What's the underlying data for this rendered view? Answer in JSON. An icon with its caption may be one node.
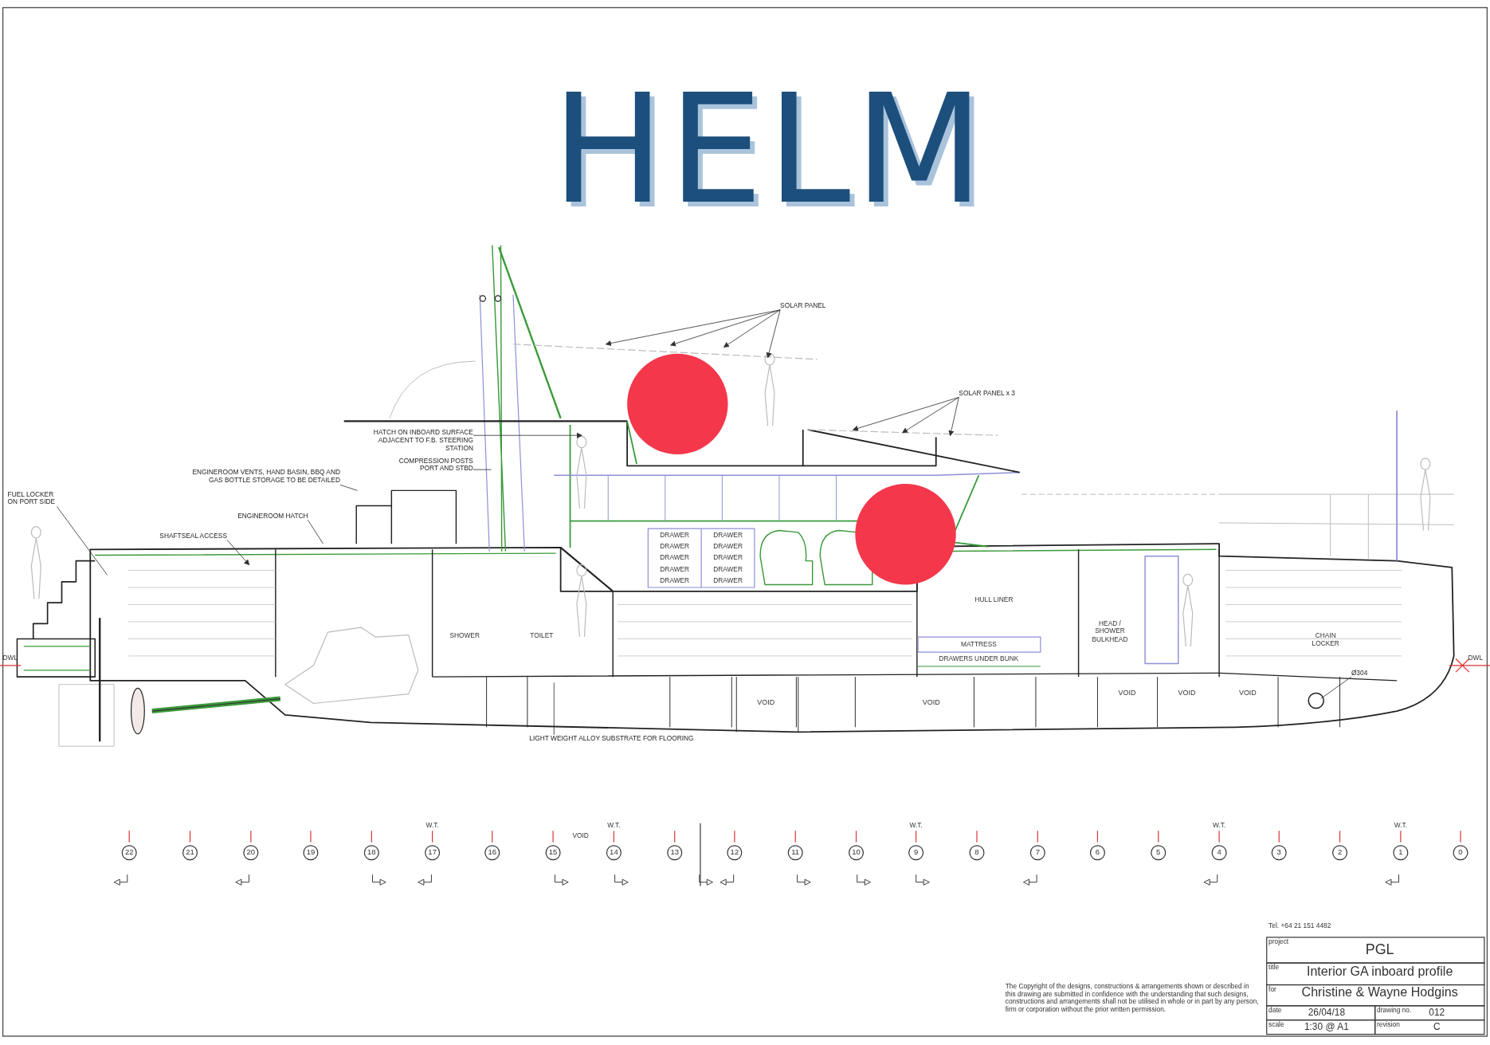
{
  "diagram": {
    "title": "HELM",
    "nodes": [
      {
        "text": [
          "FUEL LOCKER ON PORT SIDE"
        ]
      },
      {
        "text": [
          "SHAFTSEAL ACCESS"
        ]
      },
      {
        "text": [
          "ENGINEROOM HATCH"
        ]
      },
      {
        "text": [
          "ENGINEROOM VENTS, HAND BASIN, BBQ AND GAS BOTTLE STORAGE TO BE DETAILED"
        ]
      },
      {
        "text": [
          "HATCH ON INBOARD SURFACE ADJACENT TO F.B. STEERING STATION"
        ]
      },
      {
        "text": [
          "COMPRESSION POSTS PORT AND STBD"
        ]
      },
      {
        "text": [
          "SOLAR PANEL"
        ]
      },
      {
        "text": [
          "SOLAR PANEL x 3"
        ]
      },
      {
        "text": [
          "LIGHT WEIGHT ALLOY SUBSTRATE FOR FLOORING"
        ]
      },
      {
        "text": [
          "Ø304"
        ]
      }
    ],
    "edges": [
      {
        "from": 0,
        "to": null,
        "arrow": "none"
      },
      {
        "from": 1,
        "to": null,
        "arrow": "to"
      },
      {
        "from": 2,
        "to": null,
        "arrow": "none"
      },
      {
        "from": 3,
        "to": null,
        "arrow": "none"
      },
      {
        "from": 4,
        "to": null,
        "arrow": "to"
      },
      {
        "from": 5,
        "to": null,
        "arrow": "none"
      },
      {
        "from": 6,
        "to": null,
        "arrow": "to"
      },
      {
        "from": 6,
        "to": null,
        "arrow": "to"
      },
      {
        "from": 6,
        "to": null,
        "arrow": "to"
      },
      {
        "from": 6,
        "to": null,
        "arrow": "to"
      },
      {
        "from": 7,
        "to": null,
        "arrow": "to"
      },
      {
        "from": 7,
        "to": null,
        "arrow": "to"
      },
      {
        "from": 7,
        "to": null,
        "arrow": "to"
      },
      {
        "from": 8,
        "to": null,
        "arrow": "none"
      },
      {
        "from": 9,
        "to": null,
        "arrow": "none"
      }
    ],
    "labels": [
      "DRAWER",
      "DRAWER",
      "DRAWER",
      "DRAWER",
      "DRAWER",
      "DRAWER",
      "DRAWER",
      "DRAWER",
      "DRAWER",
      "DRAWER",
      "HULL LINER",
      "SHOWER",
      "TOILET",
      "HEAD / SHOWER BULKHEAD",
      "CHAIN LOCKER",
      "MATTRESS",
      "DWL",
      "DRAWERS UNDER BUNK",
      "DWL",
      "VOID",
      "VOID",
      "VOID",
      "VOID",
      "VOID",
      "W.T.",
      "W.T.",
      "W.T.",
      "W.T.",
      "W.T.",
      "VOID",
      "22",
      "21",
      "20",
      "19",
      "18",
      "17",
      "16",
      "15",
      "14",
      "13",
      "12",
      "11",
      "10",
      "9",
      "8",
      "7",
      "6",
      "5",
      "4",
      "3",
      "2",
      "1",
      "0",
      "Tel. +64 21 151 4482",
      "project",
      "PGL",
      "title",
      "Interior GA inboard profile",
      "for",
      "Christine & Wayne Hodgins",
      "date",
      "26/04/18",
      "drawing no.",
      "012",
      "scale",
      "1:30 @ A1",
      "revision",
      "C",
      "The Copyright of the designs, constructions & arrangements shown or described in this drawing are submitted in confidence with the understanding that such designs, constructions and arrangements shall not be utilised in whole or in part by any person, firm or corporation without the prior written permission."
    ]
  }
}
